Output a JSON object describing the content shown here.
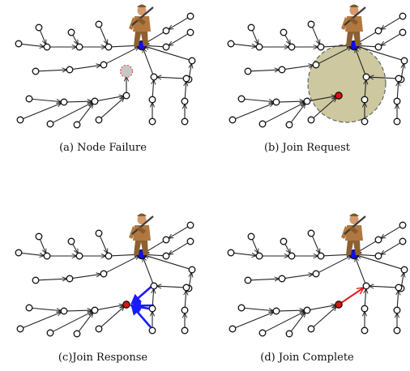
{
  "captions": {
    "a": "(a) Node Failure",
    "b": "(b) Join Request",
    "c": "(c)Join Response",
    "d": "(d) Join Complete"
  },
  "colors": {
    "node_stroke": "#111111",
    "edge": "#222222",
    "sink_node": "#1010e0",
    "failed_node": "#c8c8c8",
    "failed_node_border": "#e05050",
    "orphan_node": "#e01010",
    "request_area_fill": "#c8c395",
    "request_area_border": "#555555",
    "response_arrows": "#1a1aff",
    "new_link": "#e02020",
    "soldier_uniform": "#b07840",
    "soldier_skin": "#d49a6a",
    "soldier_gun": "#3a3a3a"
  },
  "icons": {
    "sink_icon": "soldier-icon"
  }
}
